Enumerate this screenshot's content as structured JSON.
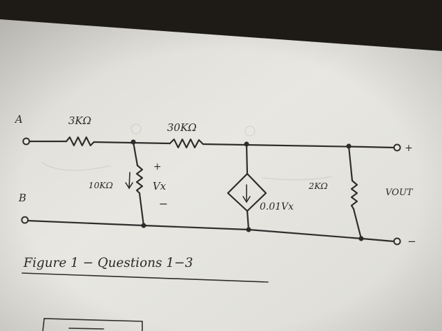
{
  "diagram": {
    "node_labels": {
      "a": "A",
      "b": "B"
    },
    "resistors": {
      "r_series_1": "3KΩ",
      "r_series_2": "30KΩ",
      "r_shunt_1": "10KΩ",
      "r_load": "2KΩ"
    },
    "control_voltage": {
      "name": "Vx",
      "plus": "+",
      "minus": "−"
    },
    "dependent_source": {
      "expression": "0.01Vx"
    },
    "output": {
      "name": "VOUT",
      "plus": "+",
      "minus": "−"
    },
    "caption": "Figure 1 − Questions 1−3"
  }
}
